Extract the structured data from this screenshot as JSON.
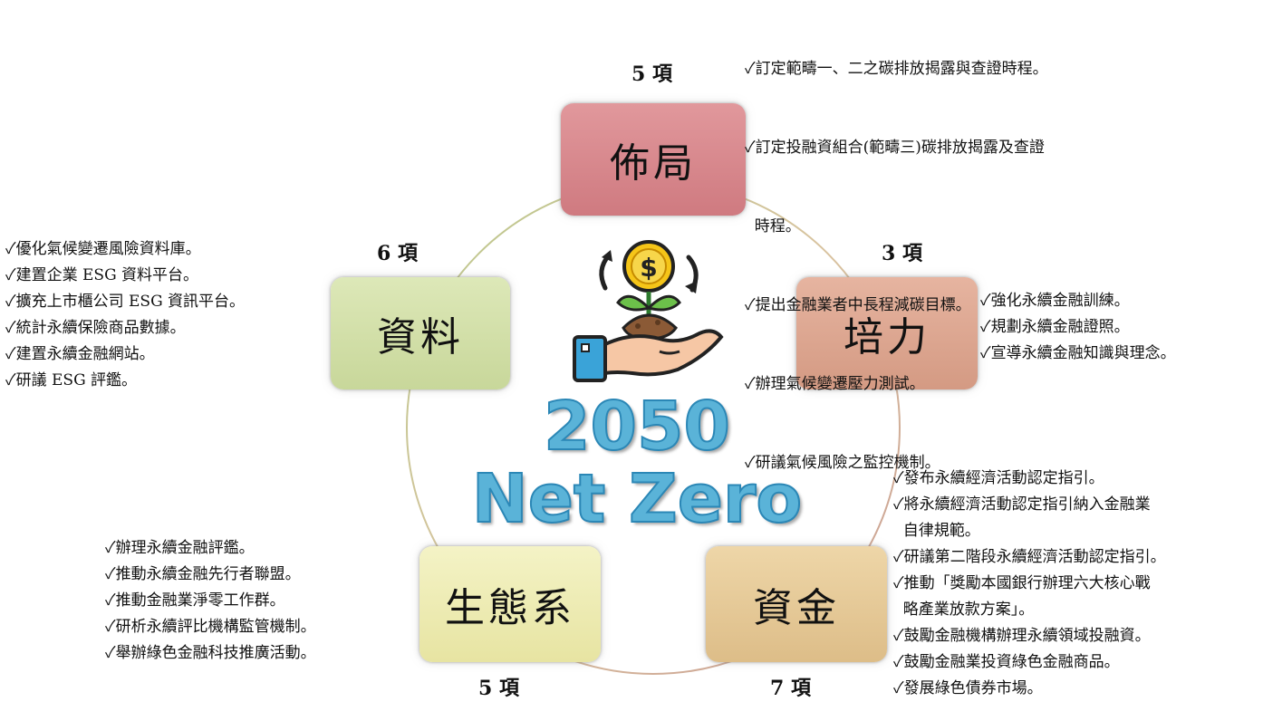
{
  "center": {
    "year": "2050",
    "goal": "Net Zero",
    "icon": "money-plant-hand-icon"
  },
  "categories": {
    "layout": {
      "label": "佈局",
      "count": "5 項",
      "items": [
        "✓訂定範疇一、二之碳排放揭露與查證時程。",
        "✓訂定投融資組合(範疇三)碳排放揭露及查證",
        "  時程。",
        "✓提出金融業者中長程減碳目標。",
        "✓辦理氣候變遷壓力測試。",
        "✓研議氣候風險之監控機制。"
      ]
    },
    "talent": {
      "label": "培力",
      "count": "3 項",
      "items": [
        "✓強化永續金融訓練。",
        "✓規劃永續金融證照。",
        "✓宣導永續金融知識與理念。"
      ]
    },
    "data": {
      "label": "資料",
      "count": "6 項",
      "items": [
        "✓優化氣候變遷風險資料庫。",
        "✓建置企業 ESG 資料平台。",
        "✓擴充上市櫃公司 ESG 資訊平台。",
        "✓統計永續保險商品數據。",
        "✓建置永續金融網站。",
        "✓研議 ESG 評鑑。"
      ]
    },
    "ecosystem": {
      "label": "生態系",
      "count": "5 項",
      "items": [
        "✓辦理永續金融評鑑。",
        "✓推動永續金融先行者聯盟。",
        "✓推動金融業淨零工作群。",
        "✓研析永續評比機構監管機制。",
        "✓舉辦綠色金融科技推廣活動。"
      ]
    },
    "funding": {
      "label": "資金",
      "count": "7 項",
      "items": [
        "✓發布永續經濟活動認定指引。",
        "✓將永續經濟活動認定指引納入金融業",
        "  自律規範。",
        "✓研議第二階段永續經濟活動認定指引。",
        "✓推動「獎勵本國銀行辦理六大核心戰",
        "  略產業放款方案」。",
        "✓鼓勵金融機構辦理永續領域投融資。",
        "✓鼓勵金融業投資綠色金融商品。",
        "✓發展綠色債券市場。"
      ]
    }
  },
  "colors": {
    "layout": "#d4848a",
    "talent": "#dba48e",
    "data": "#d1dea6",
    "ecosystem": "#ecebb2",
    "funding": "#e3c594",
    "title": "#5ab3d8"
  }
}
